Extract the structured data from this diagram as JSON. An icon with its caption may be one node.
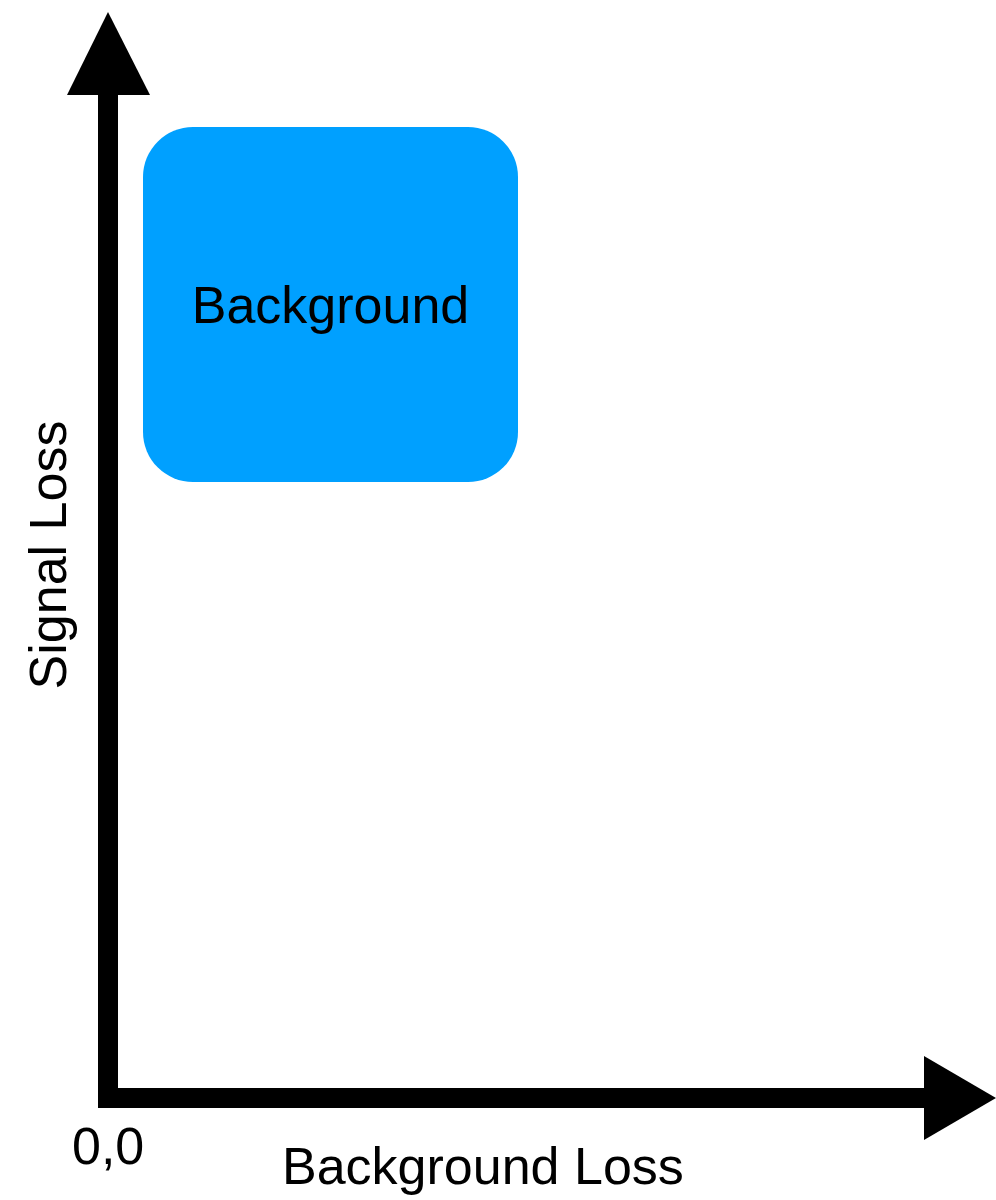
{
  "diagram": {
    "nodes": [
      {
        "text": [
          "Background"
        ]
      }
    ],
    "labels": [
      "Signal Loss",
      "0,0",
      "Background Loss"
    ]
  }
}
